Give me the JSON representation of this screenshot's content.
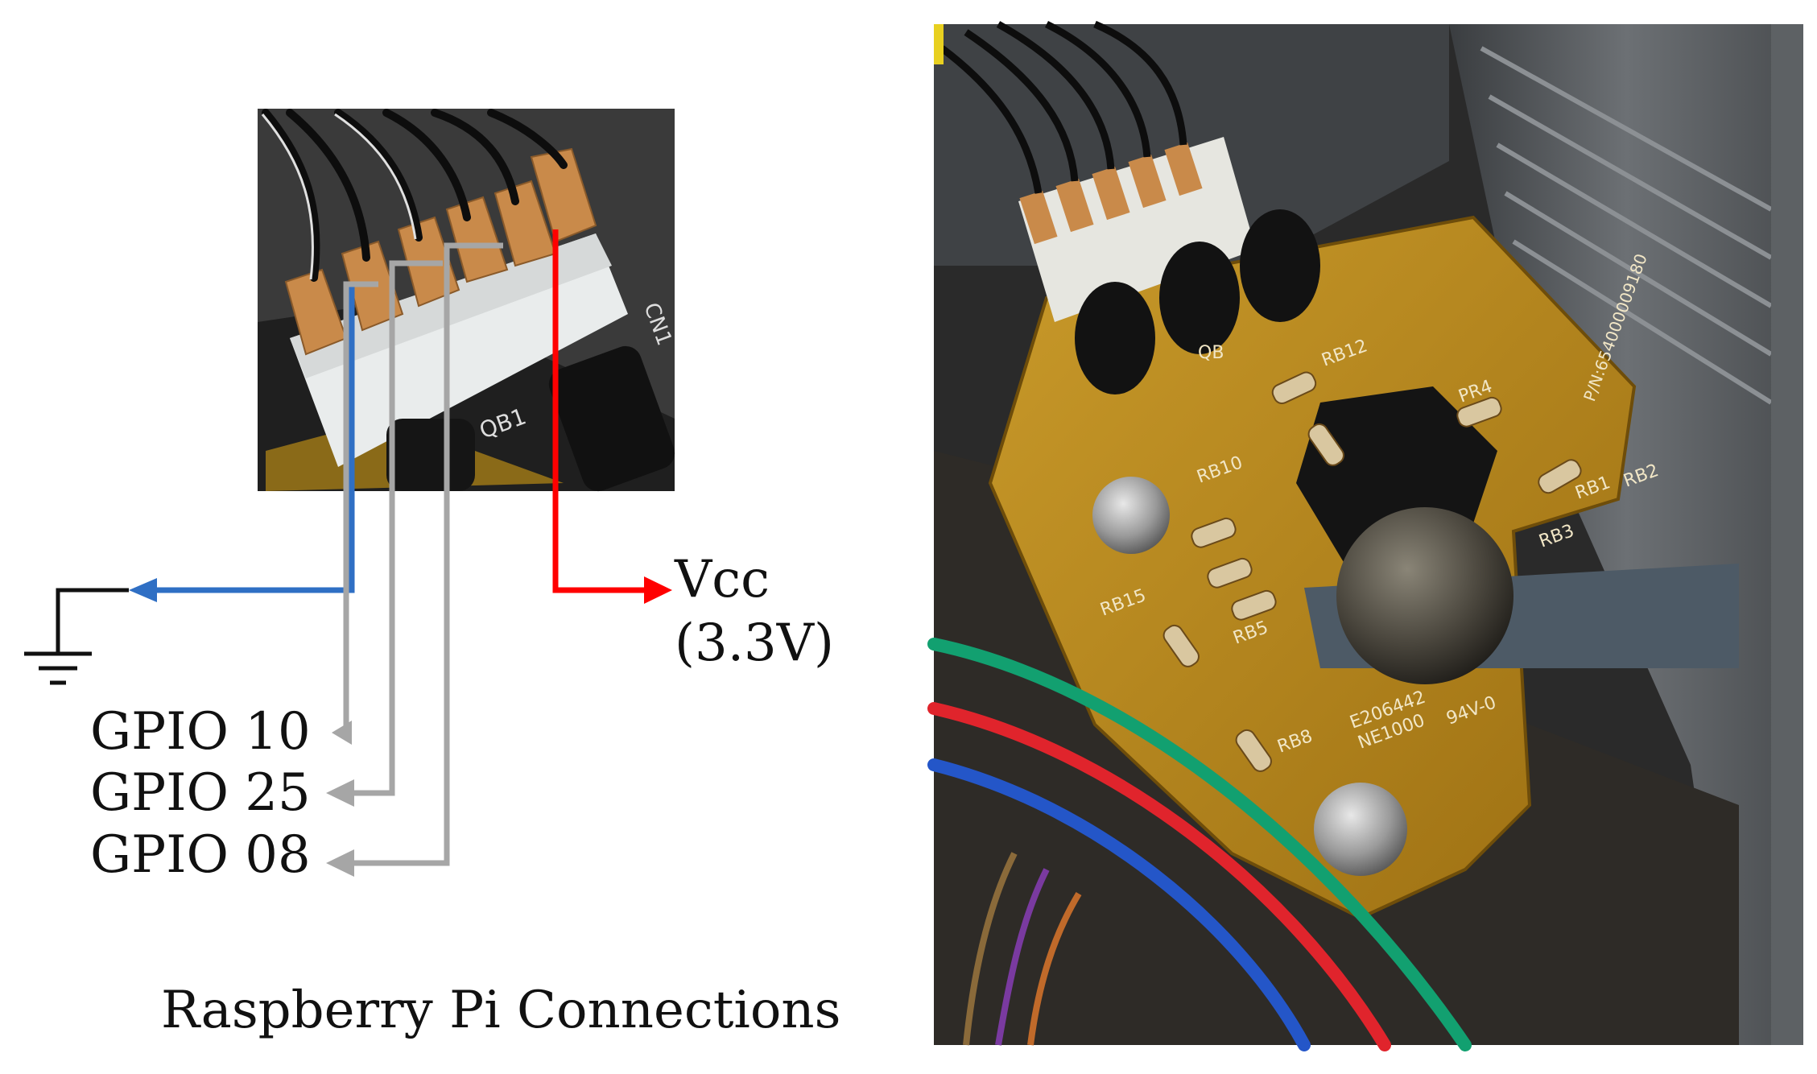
{
  "labels": {
    "vcc": "Vcc",
    "vcc_voltage": "(3.3V)",
    "gpio10": "GPIO 10",
    "gpio25": "GPIO 25",
    "gpio08": "GPIO 08",
    "caption": "Raspberry Pi Connections"
  },
  "board_markings": {
    "q_label": "QB",
    "rb12": "RB12",
    "rb10": "RB10",
    "pr4": "PR4",
    "rb1": "RB1",
    "rb2": "RB2",
    "rb3": "RB3",
    "rb15": "RB15",
    "rb5": "RB5",
    "rb8": "RB8",
    "cert_code": "E206442",
    "model": "NE1000",
    "rating": "94V-0",
    "part_number": "P/N:654000009180"
  },
  "colors": {
    "ground_wire": "#2f6fc4",
    "vcc_wire": "#ff0000",
    "gpio_wire": "#a6a6a6",
    "ground_symbol": "#111111",
    "pcb": "#b88a1c"
  },
  "icons": {
    "ground": "ground-symbol-icon",
    "arrow": "arrow-icon"
  }
}
